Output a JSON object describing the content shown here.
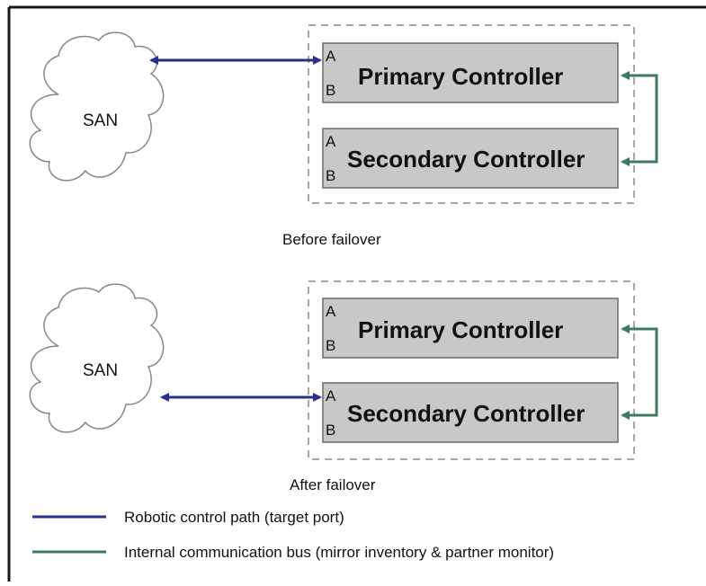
{
  "colors": {
    "frame": "#1a1a1a",
    "controller_fill": "#c8c8c8",
    "controller_border": "#6a6a6a",
    "dashed_group": "#8a8a8a",
    "robotic_path": "#2b2f8c",
    "internal_bus": "#3e7a5c"
  },
  "before": {
    "caption": "Before failover",
    "san_label": "SAN",
    "primary": {
      "label": "Primary Controller",
      "port_a": "A",
      "port_b": "B"
    },
    "secondary": {
      "label": "Secondary Controller",
      "port_a": "A",
      "port_b": "B"
    }
  },
  "after": {
    "caption": "After failover",
    "san_label": "SAN",
    "primary": {
      "label": "Primary Controller",
      "port_a": "A",
      "port_b": "B"
    },
    "secondary": {
      "label": "Secondary Controller",
      "port_a": "A",
      "port_b": "B"
    }
  },
  "legend": [
    {
      "label": "Robotic control path (target port)",
      "color_key": "robotic_path"
    },
    {
      "label": "Internal communication bus (mirror inventory & partner monitor)",
      "color_key": "internal_bus"
    }
  ]
}
